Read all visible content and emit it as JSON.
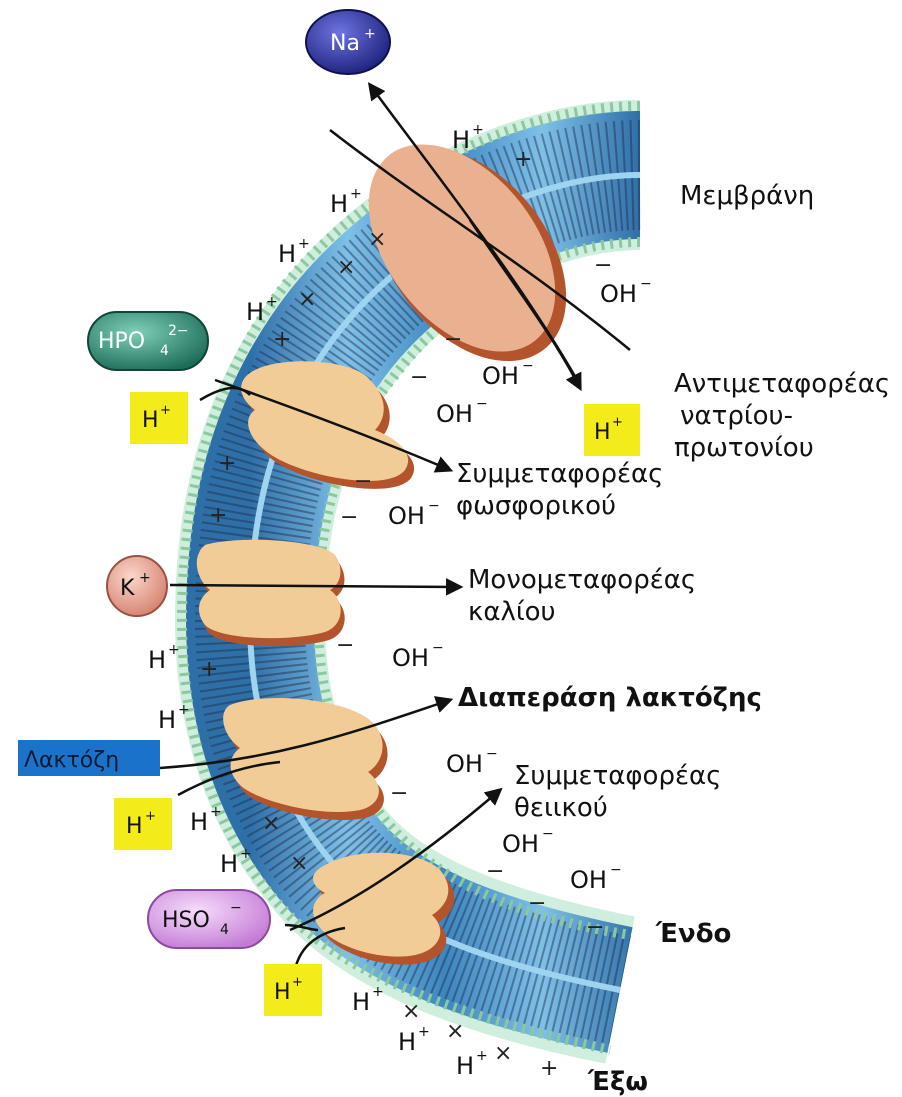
{
  "colors": {
    "membrane_blue": "#4f93c9",
    "head_green": "#bfe3c8",
    "protein_pink": "#e9b190",
    "protein_tan": "#f2cc96",
    "protein_shadow": "#b4542c",
    "h_box_yellow": "#f4ec1a",
    "na_ball": "#2b2fa3",
    "hpo4_ball": "#2f8f78",
    "k_ball": "#e8a293",
    "hso4_ball": "#d9a0e6",
    "lactose_box": "#1a73c9"
  },
  "ions": {
    "na": "Na",
    "na_sup": "+",
    "hpo4": "HPO",
    "hpo4_sub": "4",
    "hpo4_sup": "2−",
    "k": "K",
    "k_sup": "+",
    "hso4": "HSO",
    "hso4_sub": "4",
    "hso4_sup": "−",
    "lactose": "Λακτόζη"
  },
  "h_boxes": {
    "h1": "H",
    "h2": "H",
    "h3": "H",
    "h4": "H",
    "sup": "+"
  },
  "labels": {
    "membrane": "Μεμβράνη",
    "antiporter_l1": "Αντιμεταφορέας",
    "antiporter_l2": "νατρίου-",
    "antiporter_l3": "πρωτονίου",
    "phosphate_l1": "Συμμεταφορέας",
    "phosphate_l2": "φωσφορικού",
    "potassium_l1": "Μονομεταφορέας",
    "potassium_l2": "καλίου",
    "lactose_perm": "Διαπεράση λακτόζης",
    "sulfate_l1": "Συμμεταφορέας",
    "sulfate_l2": "θειικού",
    "inside": "Ένδο",
    "outside": "Έξω"
  },
  "hplus_labels": {
    "text": "H",
    "sup": "+"
  },
  "oh_labels": {
    "text": "OH",
    "sup": "−"
  }
}
